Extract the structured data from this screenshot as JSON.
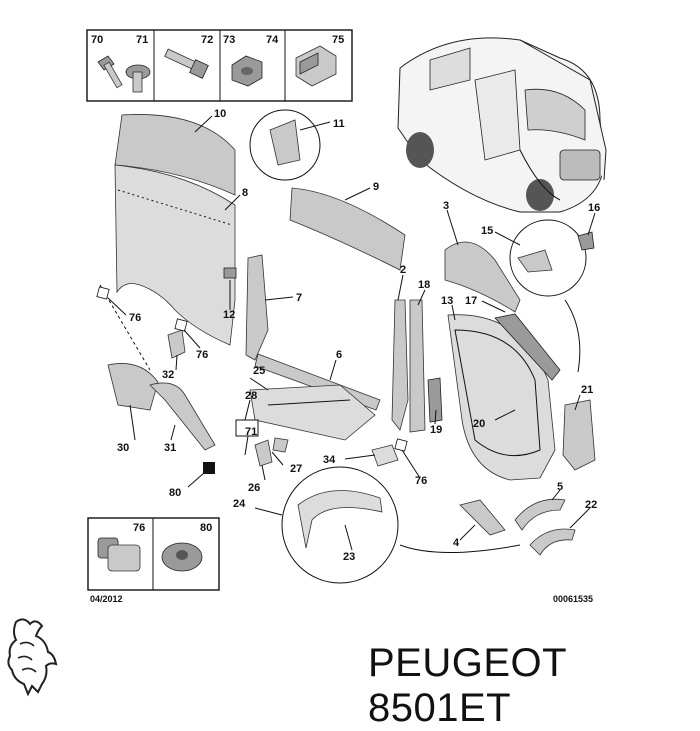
{
  "parts": {
    "p70": "70",
    "p71": "71",
    "p72": "72",
    "p73": "73",
    "p74": "74",
    "p75": "75",
    "p10": "10",
    "p11": "11",
    "p8": "8",
    "p9": "9",
    "p3": "3",
    "p16": "16",
    "p15": "15",
    "p2": "2",
    "p18": "18",
    "p13": "13",
    "p17": "17",
    "p7": "7",
    "p12": "12",
    "p76a": "76",
    "p76b": "76",
    "p32": "32",
    "p6": "6",
    "p25": "25",
    "p28": "28",
    "p21": "21",
    "p20": "20",
    "p19": "19",
    "p30": "30",
    "p31": "31",
    "p71b": "71",
    "p27": "27",
    "p34": "34",
    "p76c": "76",
    "p26": "26",
    "p80": "80",
    "p24": "24",
    "p5": "5",
    "p22": "22",
    "p4": "4",
    "p23": "23",
    "p76d": "76",
    "p80b": "80"
  },
  "date_code": "04/2012",
  "ref_code": "00061535",
  "brand_title": "PEUGEOT 8501ET",
  "icons": {
    "logo": "peugeot-lion-logo"
  }
}
